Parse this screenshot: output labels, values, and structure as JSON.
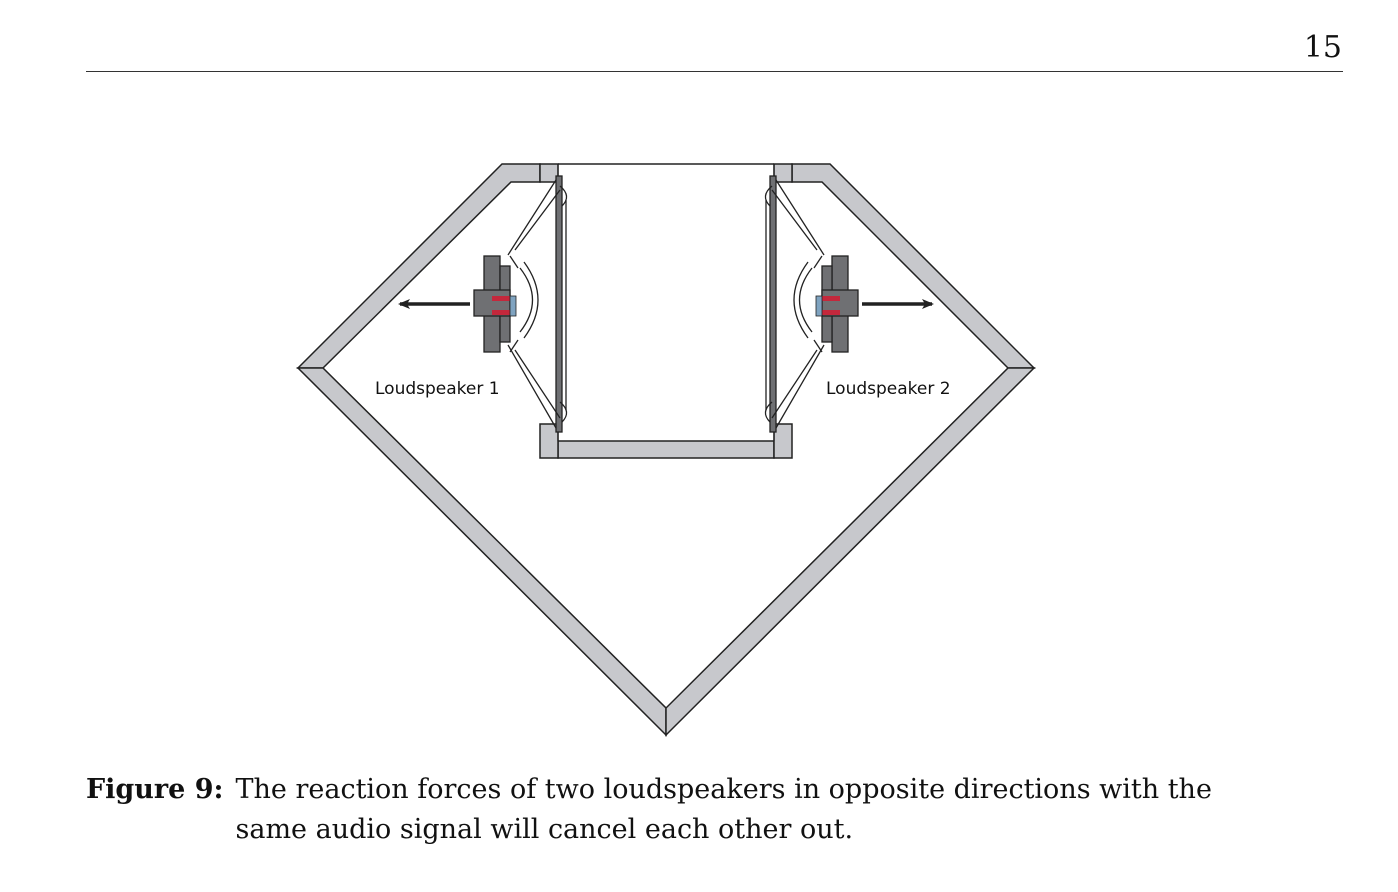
{
  "page_number": "15",
  "figure": {
    "speaker1_label": "Loudspeaker 1",
    "speaker2_label": "Loudspeaker 2",
    "colors": {
      "wall": "#c7c8cc",
      "driver_dark": "#6f7073",
      "accent_red": "#c4283c",
      "accent_blue": "#7fa3c0"
    }
  },
  "caption": {
    "label": "Figure 9:",
    "text": "The reaction forces of two loudspeakers in opposite directions with the same audio signal will cancel each other out."
  }
}
